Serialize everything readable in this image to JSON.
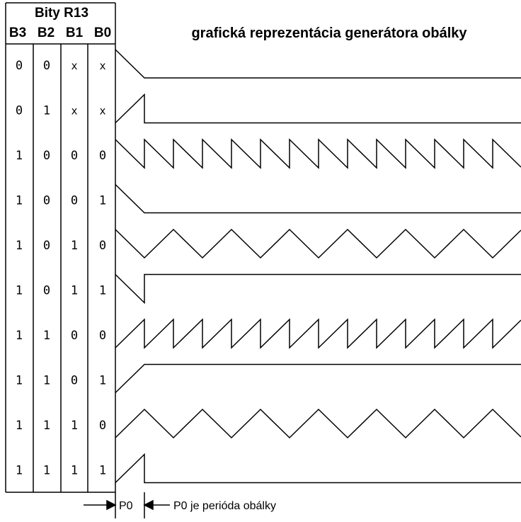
{
  "header": {
    "group_label": "Bity R13",
    "columns": [
      "B3",
      "B2",
      "B1",
      "B0"
    ],
    "title": "grafická reprezentácia generátora obálky"
  },
  "rows": [
    {
      "bits": [
        "0",
        "0",
        "x",
        "x"
      ],
      "shape": "decay-hold"
    },
    {
      "bits": [
        "0",
        "1",
        "x",
        "x"
      ],
      "shape": "attack-drop"
    },
    {
      "bits": [
        "1",
        "0",
        "0",
        "0"
      ],
      "shape": "saw-down"
    },
    {
      "bits": [
        "1",
        "0",
        "0",
        "1"
      ],
      "shape": "decay-hold"
    },
    {
      "bits": [
        "1",
        "0",
        "1",
        "0"
      ],
      "shape": "triangle-down"
    },
    {
      "bits": [
        "1",
        "0",
        "1",
        "1"
      ],
      "shape": "decay-high"
    },
    {
      "bits": [
        "1",
        "1",
        "0",
        "0"
      ],
      "shape": "saw-up"
    },
    {
      "bits": [
        "1",
        "1",
        "0",
        "1"
      ],
      "shape": "attack-high"
    },
    {
      "bits": [
        "1",
        "1",
        "1",
        "0"
      ],
      "shape": "triangle-up"
    },
    {
      "bits": [
        "1",
        "1",
        "1",
        "1"
      ],
      "shape": "attack-drop"
    }
  ],
  "footer": {
    "period_label": "P0",
    "period_note": "P0 je perióda obálky"
  }
}
